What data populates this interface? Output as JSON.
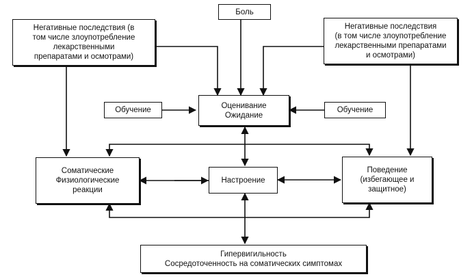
{
  "diagram": {
    "nodes": {
      "pain": "Боль",
      "neg_left": "Негативные последствия (в\nтом числе злоупотребление\nлекарственными\nпрепаратами и осмотрами)",
      "neg_right": "Негативные последствия\n(в том числе злоупотребление\nлекарственными препаратами\nи осмотрами)",
      "learning_left": "Обучение",
      "learning_right": "Обучение",
      "appraisal": "Оценивание\nОжидание",
      "somatic": "Соматические\nФизиологические\nреакции",
      "mood": "Настроение",
      "behavior": "Поведение\n(избегающее и\nзащитное)",
      "hypervigilance": "Гипервигильность\nСосредоточенность на соматических симптомах"
    }
  }
}
